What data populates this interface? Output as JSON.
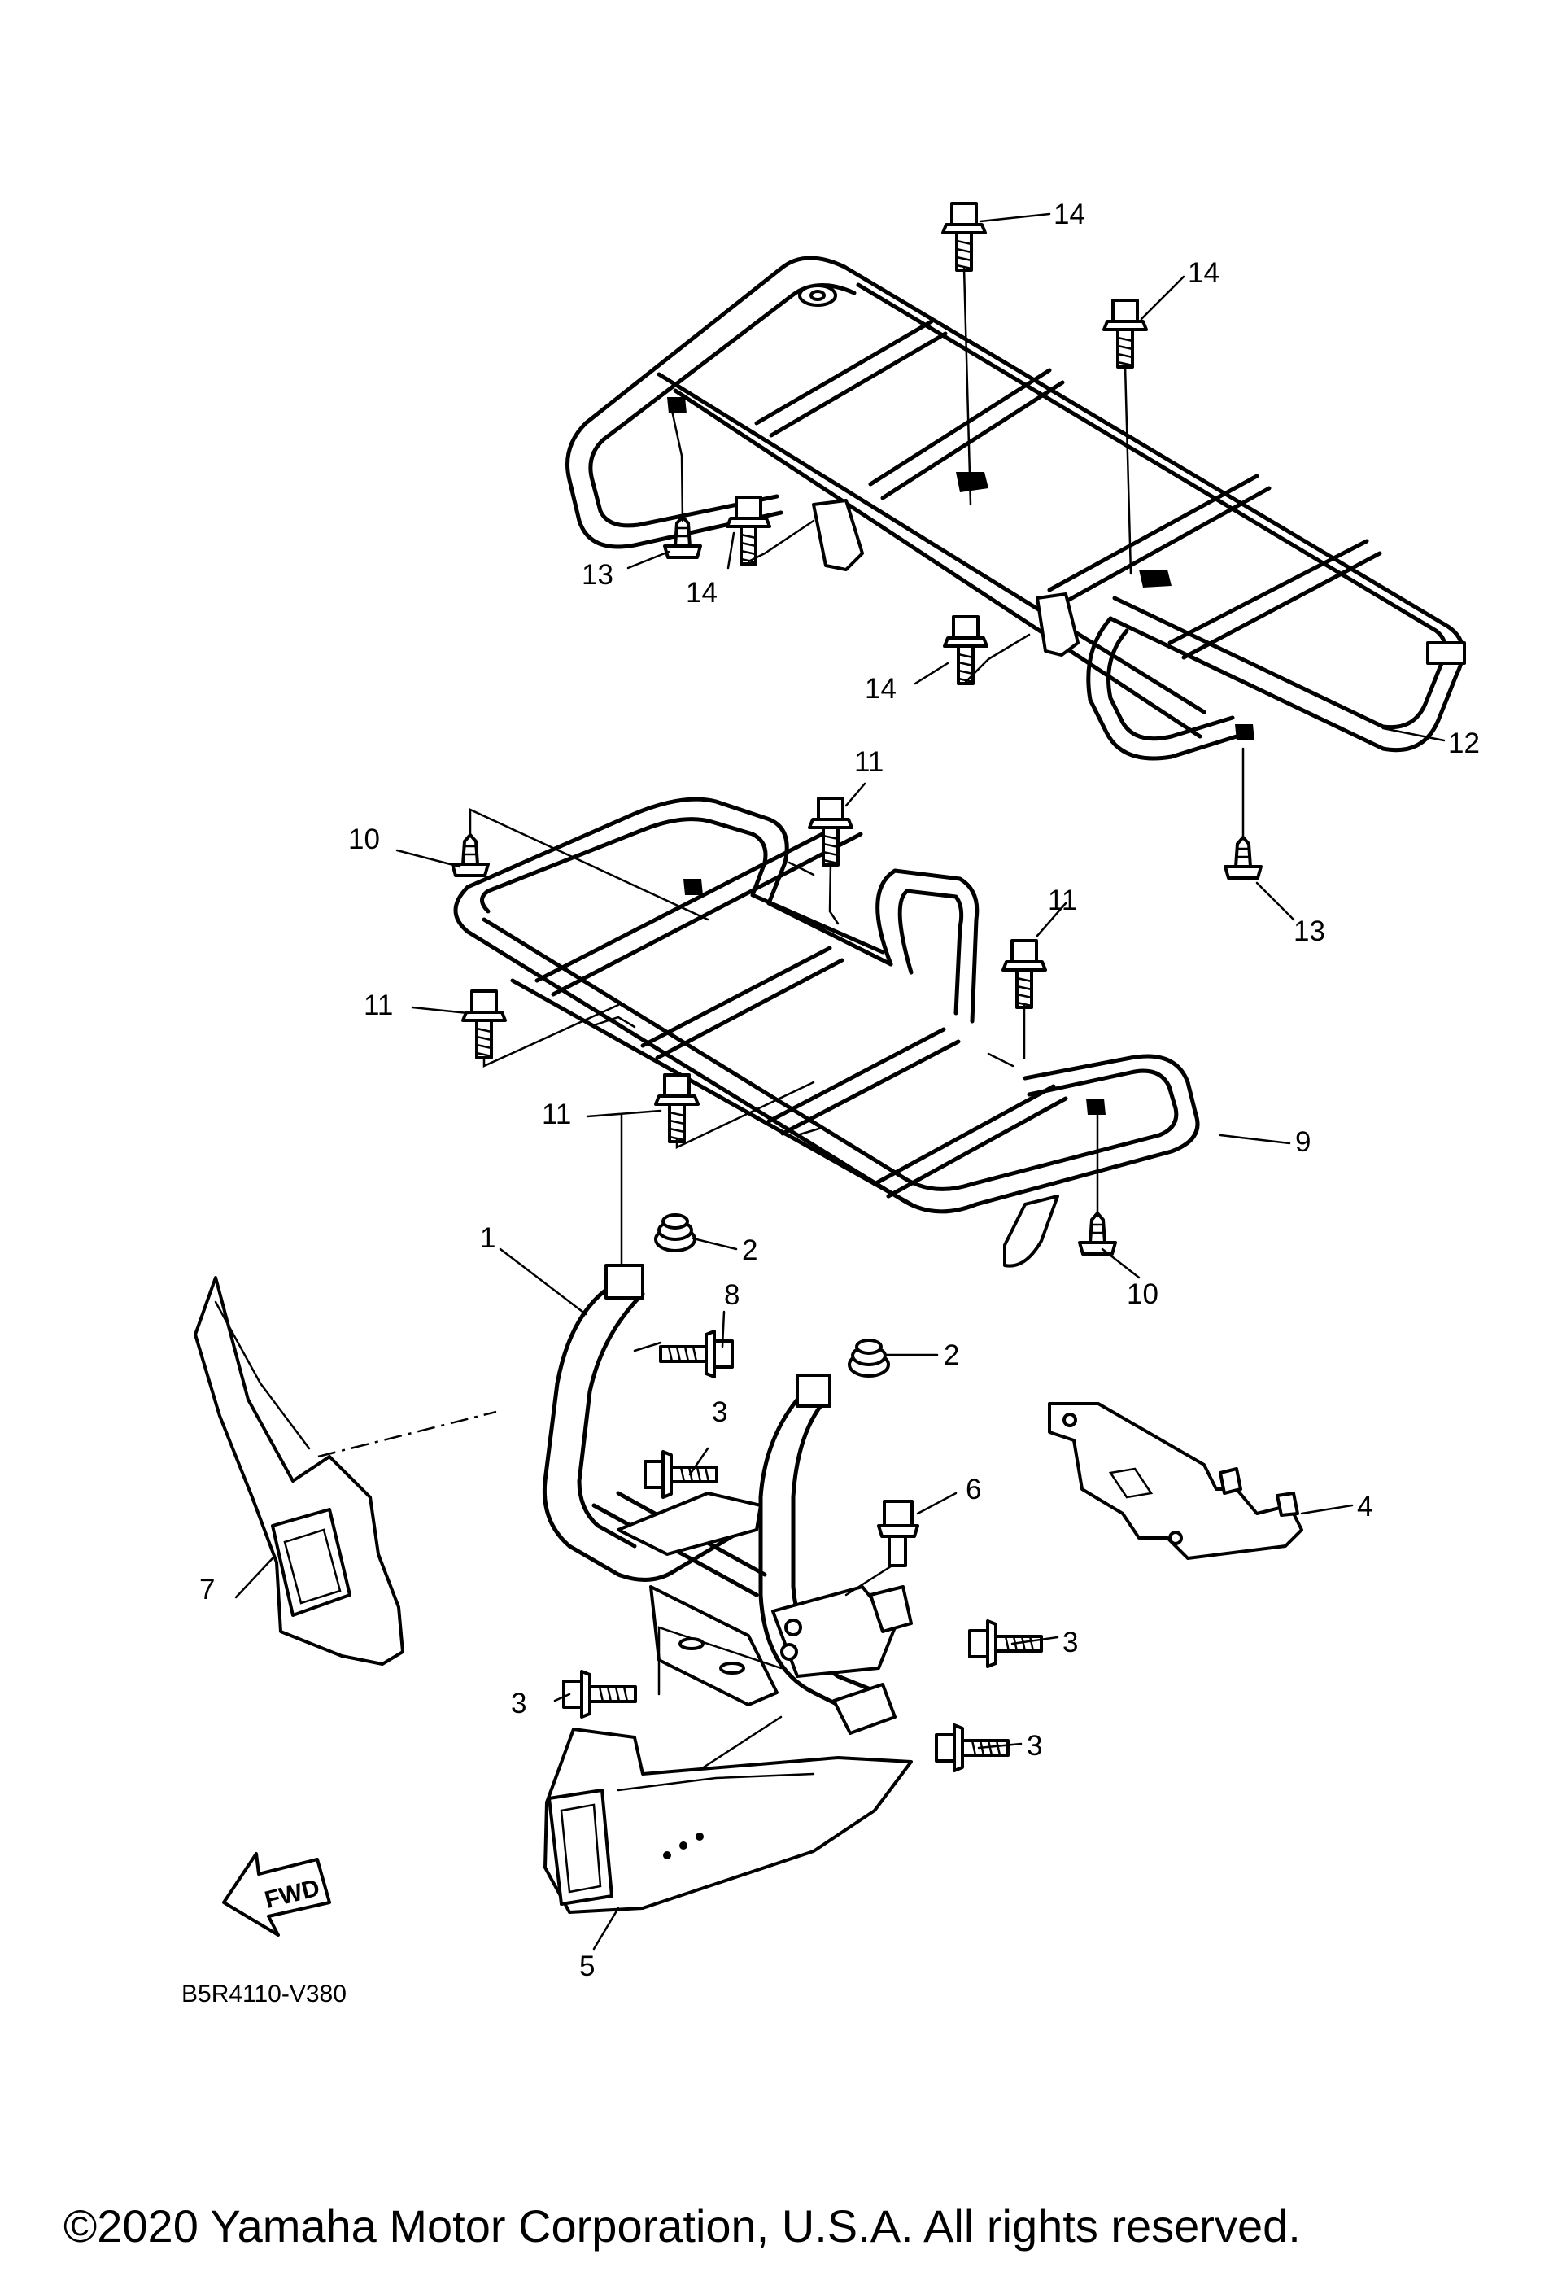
{
  "diagram_code": "B5R4110-V380",
  "copyright": "©2020 Yamaha Motor Corporation, U.S.A. All rights reserved.",
  "fwd_label": "FWD",
  "callouts": {
    "c1": "1",
    "c2a": "2",
    "c2b": "2",
    "c3a": "3",
    "c3b": "3",
    "c3c": "3",
    "c3d": "3",
    "c4": "4",
    "c5": "5",
    "c6": "6",
    "c7": "7",
    "c8": "8",
    "c9": "9",
    "c10a": "10",
    "c10b": "10",
    "c11a": "11",
    "c11b": "11",
    "c11c": "11",
    "c11d": "11",
    "c12": "12",
    "c13a": "13",
    "c13b": "13",
    "c14a": "14",
    "c14b": "14",
    "c14c": "14",
    "c14d": "14"
  }
}
